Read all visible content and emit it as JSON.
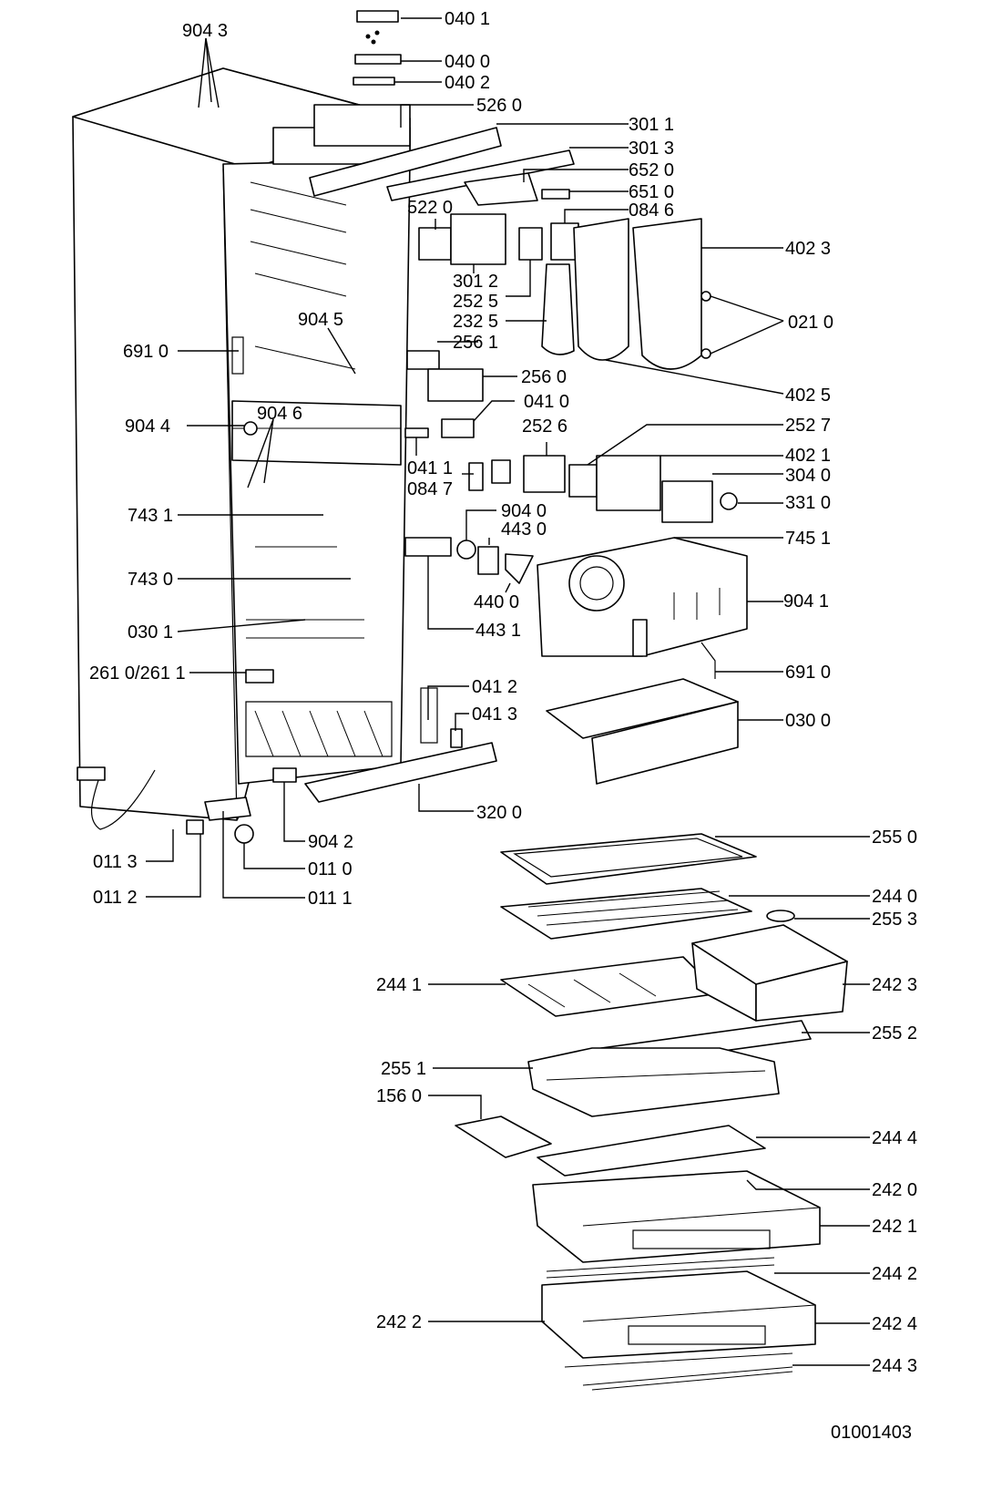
{
  "drawing_number": "01001403",
  "callouts": [
    {
      "id": "c-904-3",
      "text": "904 3"
    },
    {
      "id": "c-040-1",
      "text": "040 1"
    },
    {
      "id": "c-040-0",
      "text": "040 0"
    },
    {
      "id": "c-040-2",
      "text": "040 2"
    },
    {
      "id": "c-526-0",
      "text": "526 0"
    },
    {
      "id": "c-301-1",
      "text": "301 1"
    },
    {
      "id": "c-301-3",
      "text": "301 3"
    },
    {
      "id": "c-652-0",
      "text": "652 0"
    },
    {
      "id": "c-651-0",
      "text": "651 0"
    },
    {
      "id": "c-084-6",
      "text": "084 6"
    },
    {
      "id": "c-522-0",
      "text": "522 0"
    },
    {
      "id": "c-402-3",
      "text": "402 3"
    },
    {
      "id": "c-301-2",
      "text": "301 2"
    },
    {
      "id": "c-252-5",
      "text": "252 5"
    },
    {
      "id": "c-232-5",
      "text": "232 5"
    },
    {
      "id": "c-021-0",
      "text": "021 0"
    },
    {
      "id": "c-904-5",
      "text": "904 5"
    },
    {
      "id": "c-691-0a",
      "text": "691 0"
    },
    {
      "id": "c-256-1",
      "text": "256 1"
    },
    {
      "id": "c-256-0",
      "text": "256 0"
    },
    {
      "id": "c-402-5",
      "text": "402 5"
    },
    {
      "id": "c-041-0",
      "text": "041 0"
    },
    {
      "id": "c-904-4",
      "text": "904 4"
    },
    {
      "id": "c-904-6",
      "text": "904 6"
    },
    {
      "id": "c-252-6",
      "text": "252 6"
    },
    {
      "id": "c-252-7",
      "text": "252 7"
    },
    {
      "id": "c-041-1",
      "text": "041 1"
    },
    {
      "id": "c-402-1",
      "text": "402 1"
    },
    {
      "id": "c-304-0",
      "text": "304 0"
    },
    {
      "id": "c-084-7",
      "text": "084 7"
    },
    {
      "id": "c-331-0",
      "text": "331 0"
    },
    {
      "id": "c-904-0",
      "text": "904 0"
    },
    {
      "id": "c-743-1",
      "text": "743 1"
    },
    {
      "id": "c-443-0",
      "text": "443 0"
    },
    {
      "id": "c-745-1",
      "text": "745 1"
    },
    {
      "id": "c-743-0",
      "text": "743 0"
    },
    {
      "id": "c-440-0",
      "text": "440 0"
    },
    {
      "id": "c-904-1",
      "text": "904 1"
    },
    {
      "id": "c-030-1",
      "text": "030 1"
    },
    {
      "id": "c-443-1",
      "text": "443 1"
    },
    {
      "id": "c-261-0",
      "text": "261 0/261 1"
    },
    {
      "id": "c-691-0b",
      "text": "691 0"
    },
    {
      "id": "c-041-2",
      "text": "041 2"
    },
    {
      "id": "c-041-3",
      "text": "041 3"
    },
    {
      "id": "c-030-0",
      "text": "030 0"
    },
    {
      "id": "c-320-0",
      "text": "320 0"
    },
    {
      "id": "c-904-2",
      "text": "904 2"
    },
    {
      "id": "c-255-0",
      "text": "255 0"
    },
    {
      "id": "c-011-3",
      "text": "011 3"
    },
    {
      "id": "c-011-0",
      "text": "011 0"
    },
    {
      "id": "c-011-2",
      "text": "011 2"
    },
    {
      "id": "c-011-1",
      "text": "011 1"
    },
    {
      "id": "c-244-0",
      "text": "244 0"
    },
    {
      "id": "c-255-3",
      "text": "255 3"
    },
    {
      "id": "c-244-1",
      "text": "244 1"
    },
    {
      "id": "c-242-3",
      "text": "242 3"
    },
    {
      "id": "c-255-2",
      "text": "255 2"
    },
    {
      "id": "c-255-1",
      "text": "255 1"
    },
    {
      "id": "c-156-0",
      "text": "156 0"
    },
    {
      "id": "c-244-4",
      "text": "244 4"
    },
    {
      "id": "c-242-0",
      "text": "242 0"
    },
    {
      "id": "c-242-1",
      "text": "242 1"
    },
    {
      "id": "c-244-2",
      "text": "244 2"
    },
    {
      "id": "c-242-2",
      "text": "242 2"
    },
    {
      "id": "c-242-4",
      "text": "242 4"
    },
    {
      "id": "c-244-3",
      "text": "244 3"
    }
  ]
}
